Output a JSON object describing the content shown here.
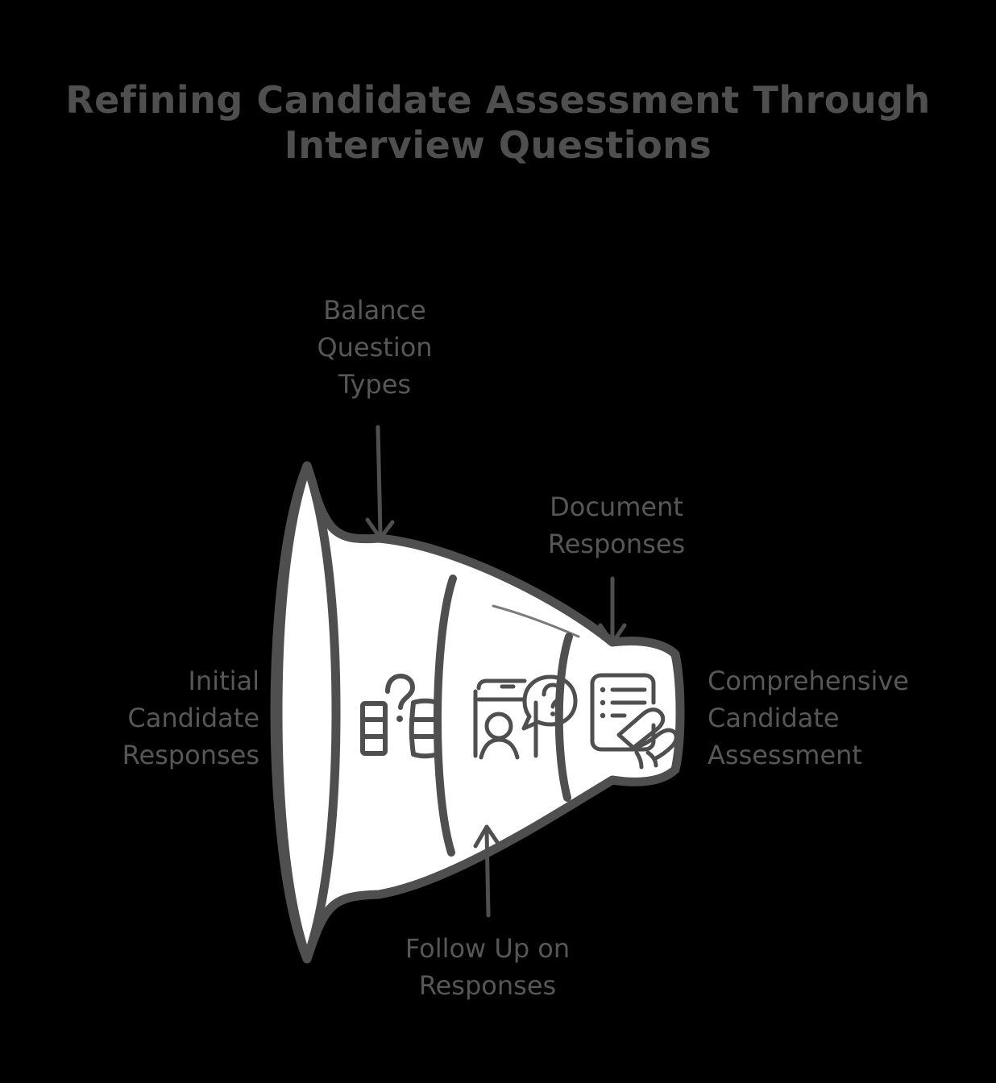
{
  "page": {
    "background_color": "#000000",
    "ink_color": "#4f4f4f",
    "label_color": "#575757",
    "fill_color": "#ffffff"
  },
  "header": {
    "title": "Refining Candidate Assessment Through\nInterview Questions"
  },
  "diagram": {
    "type": "funnel",
    "orientation": "horizontal",
    "input_label": "Initial\nCandidate\nResponses",
    "output_label": "Comprehensive\nCandidate\nAssessment",
    "stages": [
      {
        "index": 1,
        "callout": "Balance\nQuestion\nTypes",
        "callout_position": "top",
        "icon": "two-bar-charts-with-question-mark-icon"
      },
      {
        "index": 2,
        "callout": "Follow Up on\nResponses",
        "callout_position": "bottom",
        "icon": "person-with-question-speech-bubble-icon"
      },
      {
        "index": 3,
        "callout": "Document\nResponses",
        "callout_position": "top",
        "icon": "hand-writing-on-checklist-icon"
      }
    ]
  }
}
